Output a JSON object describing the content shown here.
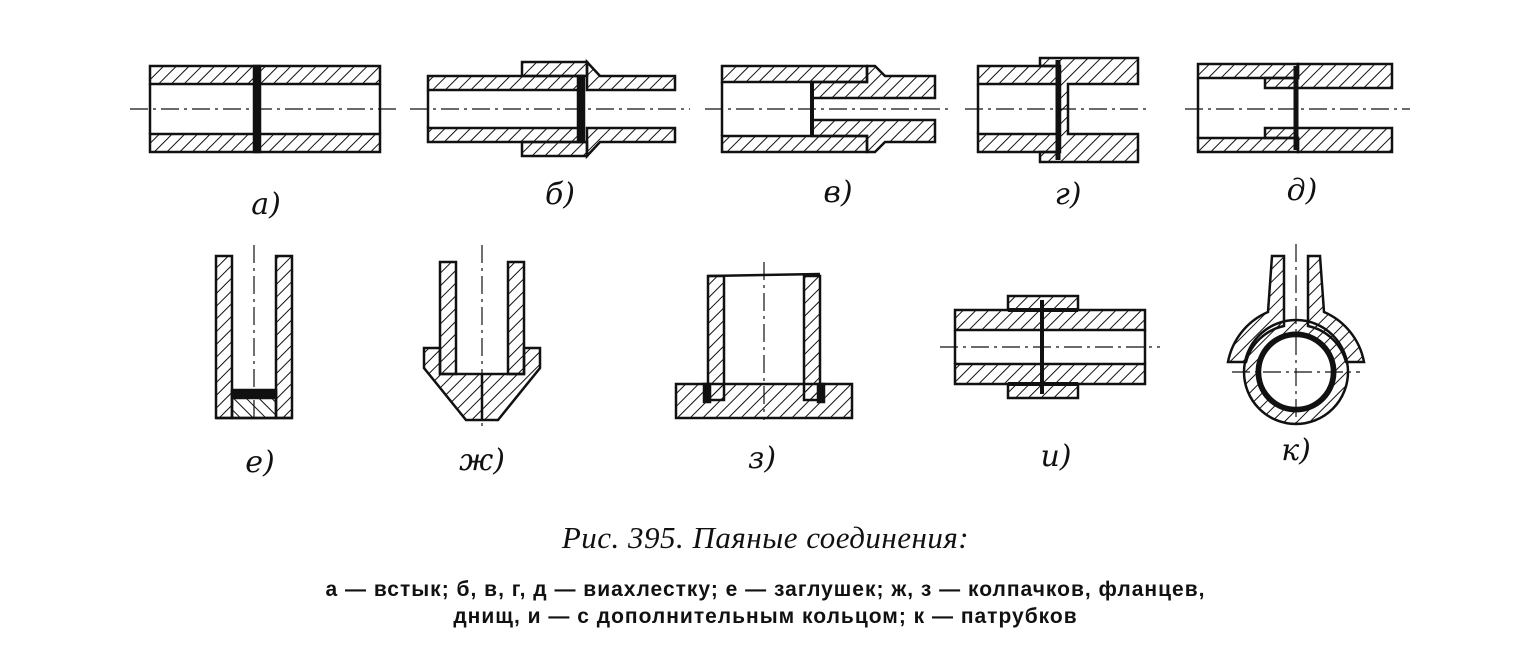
{
  "figure": {
    "labels": {
      "a": "а)",
      "b": "б)",
      "v": "в)",
      "g": "г)",
      "d": "д)",
      "e": "е)",
      "zh": "ж)",
      "z": "з)",
      "i": "и)",
      "k": "к)"
    },
    "caption": "Рис. 395. Паяные соединения:",
    "legend_line1": "а — встык;  б,  в,  г,  д — виахлестку;  е — заглушек;  ж, з — колпачков, фланцев,",
    "legend_line2": "днищ, и — с дополнительным кольцом; к — патрубков"
  },
  "colors": {
    "ink": "#111111",
    "background": "#ffffff"
  }
}
